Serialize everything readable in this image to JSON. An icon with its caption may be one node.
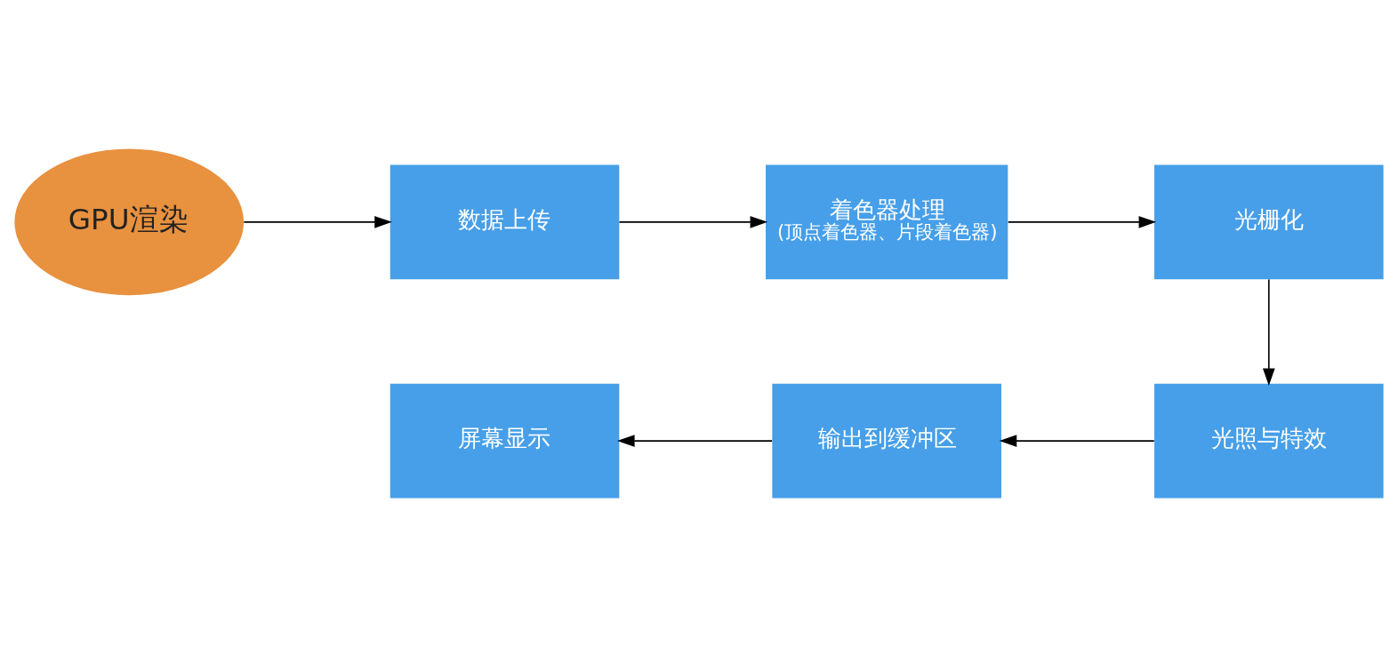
{
  "diagram": {
    "nodes": [
      {
        "text": [
          "GPU渲染"
        ]
      },
      {
        "text": [
          "数据上传"
        ]
      },
      {
        "text": [
          "着色器处理",
          "(顶点着色器、片段着色器)"
        ]
      },
      {
        "text": [
          "光栅化"
        ]
      },
      {
        "text": [
          "光照与特效"
        ]
      },
      {
        "text": [
          "输出到缓冲区"
        ]
      },
      {
        "text": [
          "屏幕显示"
        ]
      }
    ],
    "edges": [
      {
        "from": 0,
        "to": 1,
        "arrow": "to"
      },
      {
        "from": 1,
        "to": 2,
        "arrow": "to"
      },
      {
        "from": 2,
        "to": 3,
        "arrow": "to"
      },
      {
        "from": 3,
        "to": 4,
        "arrow": "to"
      },
      {
        "from": 4,
        "to": 5,
        "arrow": "to"
      },
      {
        "from": 5,
        "to": 6,
        "arrow": "to"
      }
    ]
  }
}
